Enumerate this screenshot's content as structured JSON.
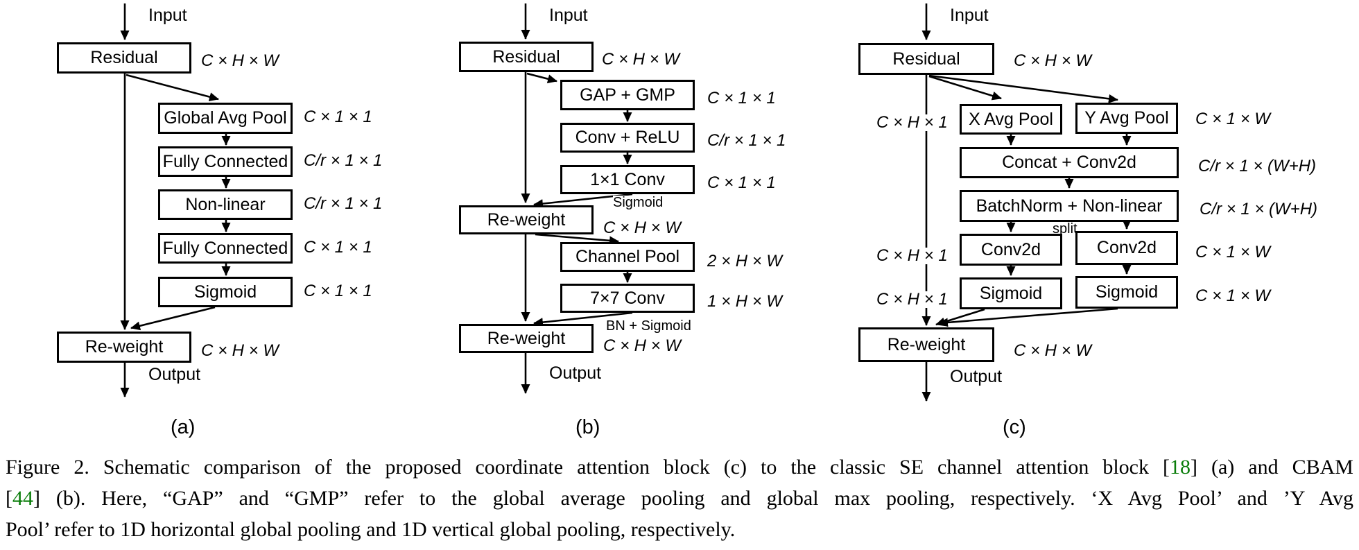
{
  "colors": {
    "citation_green": "#0a7d0a",
    "diagram_ink": "#000000",
    "background": "#ffffff"
  },
  "diagram_a": {
    "panel_label": "(a)",
    "input_label": "Input",
    "output_label": "Output",
    "residual": "Residual",
    "residual_dim": "C × H × W",
    "global_avg_pool": "Global Avg Pool",
    "global_avg_pool_dim": "C × 1 × 1",
    "fully_connected_1": "Fully Connected",
    "fully_connected_1_dim": "C/r × 1 × 1",
    "non_linear": "Non-linear",
    "non_linear_dim": "C/r × 1 × 1",
    "fully_connected_2": "Fully Connected",
    "fully_connected_2_dim": "C × 1 × 1",
    "sigmoid": "Sigmoid",
    "sigmoid_dim": "C × 1 × 1",
    "re_weight": "Re-weight",
    "re_weight_dim": "C × H × W"
  },
  "diagram_b": {
    "panel_label": "(b)",
    "input_label": "Input",
    "output_label": "Output",
    "residual": "Residual",
    "residual_dim": "C × H × W",
    "gap_gmp": "GAP + GMP",
    "gap_gmp_dim": "C × 1 × 1",
    "conv_relu": "Conv + ReLU",
    "conv_relu_dim": "C/r × 1 × 1",
    "conv_1x1": "1×1 Conv",
    "conv_1x1_dim": "C × 1 × 1",
    "sigmoid_note": "Sigmoid",
    "re_weight_1": "Re-weight",
    "re_weight_1_dim": "C × H × W",
    "channel_pool": "Channel Pool",
    "channel_pool_dim": "2 × H × W",
    "conv_7x7": "7×7 Conv",
    "conv_7x7_dim": "1 × H × W",
    "bn_sigmoid_note": "BN + Sigmoid",
    "re_weight_2": "Re-weight",
    "re_weight_2_dim": "C × H × W"
  },
  "diagram_c": {
    "panel_label": "(c)",
    "input_label": "Input",
    "output_label": "Output",
    "residual": "Residual",
    "residual_dim": "C × H × W",
    "x_avg_pool": "X Avg Pool",
    "x_avg_pool_dim": "C × H × 1",
    "y_avg_pool": "Y Avg Pool",
    "y_avg_pool_dim": "C × 1 × W",
    "concat_conv2d": "Concat + Conv2d",
    "concat_conv2d_dim": "C/r × 1 × (W+H)",
    "batchnorm_nonlinear": "BatchNorm + Non-linear",
    "batchnorm_nonlinear_dim": "C/r × 1 × (W+H)",
    "split_note": "split",
    "conv2d_left": "Conv2d",
    "conv2d_left_dim": "C × H × 1",
    "sigmoid_left": "Sigmoid",
    "sigmoid_left_dim": "C × H × 1",
    "conv2d_right": "Conv2d",
    "conv2d_right_dim": "C × 1 × W",
    "sigmoid_right": "Sigmoid",
    "sigmoid_right_dim": "C × 1 × W",
    "re_weight": "Re-weight",
    "re_weight_dim": "C × H × W"
  },
  "caption": {
    "lines": [
      {
        "segments": [
          {
            "text": "Figure 2. Schematic comparison of the proposed coordinate attention block (c) to the classic SE channel attention block ["
          },
          {
            "text": "18",
            "green": true
          },
          {
            "text": "] (a) and CBAM"
          }
        ]
      },
      {
        "segments": [
          {
            "text": "["
          },
          {
            "text": "44",
            "green": true
          },
          {
            "text": "] (b). Here, “GAP” and “GMP” refer to the global average pooling and global max pooling, respectively. ‘X Avg Pool’ and ’Y Avg"
          }
        ]
      },
      {
        "segments": [
          {
            "text": "Pool’ refer to 1D horizontal global pooling and 1D vertical global pooling, respectively."
          }
        ]
      }
    ]
  }
}
